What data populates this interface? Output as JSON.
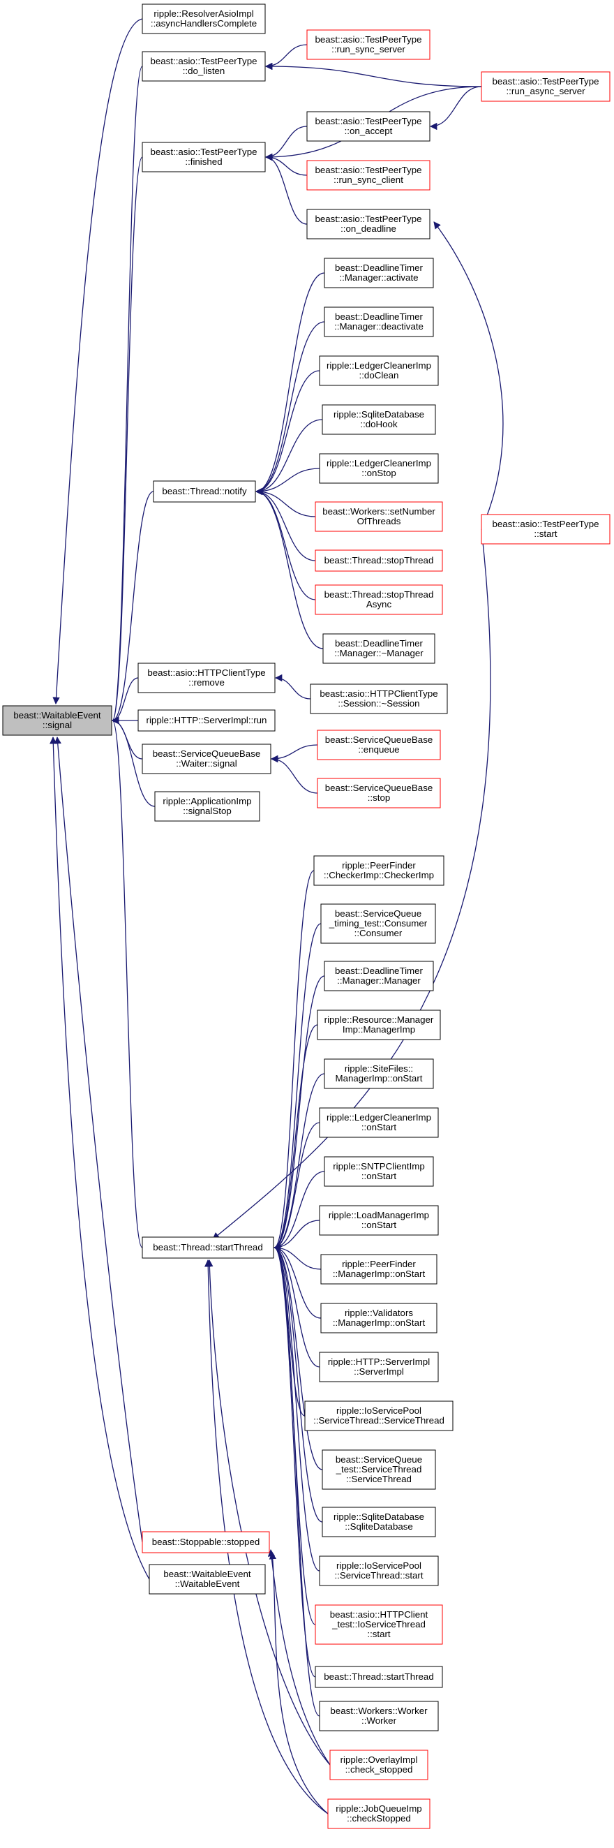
{
  "colors": {
    "edge": "#191970",
    "node_border_default": "#000000",
    "node_border_truncated": "#ff0000",
    "root_fill": "#bfbfbf",
    "node_fill": "#ffffff"
  },
  "nodes": [
    {
      "id": "waitable_signal",
      "lines": [
        "beast::WaitableEvent",
        "::signal"
      ],
      "variant": "root"
    },
    {
      "id": "resolver_async",
      "lines": [
        "ripple::ResolverAsioImpl",
        "::asyncHandlersComplete"
      ],
      "variant": "normal"
    },
    {
      "id": "tpt_do_listen",
      "lines": [
        "beast::asio::TestPeerType",
        "::do_listen"
      ],
      "variant": "normal"
    },
    {
      "id": "tpt_run_sync_server",
      "lines": [
        "beast::asio::TestPeerType",
        "::run_sync_server"
      ],
      "variant": "red"
    },
    {
      "id": "tpt_run_async_server",
      "lines": [
        "beast::asio::TestPeerType",
        "::run_async_server"
      ],
      "variant": "red"
    },
    {
      "id": "tpt_finished",
      "lines": [
        "beast::asio::TestPeerType",
        "::finished"
      ],
      "variant": "normal"
    },
    {
      "id": "tpt_on_accept",
      "lines": [
        "beast::asio::TestPeerType",
        "::on_accept"
      ],
      "variant": "normal"
    },
    {
      "id": "tpt_run_sync_client",
      "lines": [
        "beast::asio::TestPeerType",
        "::run_sync_client"
      ],
      "variant": "red"
    },
    {
      "id": "tpt_on_deadline",
      "lines": [
        "beast::asio::TestPeerType",
        "::on_deadline"
      ],
      "variant": "normal"
    },
    {
      "id": "dt_activate",
      "lines": [
        "beast::DeadlineTimer",
        "::Manager::activate"
      ],
      "variant": "normal"
    },
    {
      "id": "dt_deactivate",
      "lines": [
        "beast::DeadlineTimer",
        "::Manager::deactivate"
      ],
      "variant": "normal"
    },
    {
      "id": "lci_doclean",
      "lines": [
        "ripple::LedgerCleanerImp",
        "::doClean"
      ],
      "variant": "normal"
    },
    {
      "id": "sqlite_dohook",
      "lines": [
        "ripple::SqliteDatabase",
        "::doHook"
      ],
      "variant": "normal"
    },
    {
      "id": "lci_onstop",
      "lines": [
        "ripple::LedgerCleanerImp",
        "::onStop"
      ],
      "variant": "normal"
    },
    {
      "id": "thread_notify",
      "lines": [
        "beast::Thread::notify"
      ],
      "variant": "normal"
    },
    {
      "id": "workers_setnum",
      "lines": [
        "beast::Workers::setNumber",
        "OfThreads"
      ],
      "variant": "red"
    },
    {
      "id": "tpt_start",
      "lines": [
        "beast::asio::TestPeerType",
        "::start"
      ],
      "variant": "red"
    },
    {
      "id": "thread_stopthread",
      "lines": [
        "beast::Thread::stopThread"
      ],
      "variant": "red"
    },
    {
      "id": "thread_stopthreadasync",
      "lines": [
        "beast::Thread::stopThread",
        "Async"
      ],
      "variant": "red"
    },
    {
      "id": "dt_dtor",
      "lines": [
        "beast::DeadlineTimer",
        "::Manager::~Manager"
      ],
      "variant": "normal"
    },
    {
      "id": "httpclient_remove",
      "lines": [
        "beast::asio::HTTPClientType",
        "::remove"
      ],
      "variant": "normal"
    },
    {
      "id": "httpclient_session_dtor",
      "lines": [
        "beast::asio::HTTPClientType",
        "::Session::~Session"
      ],
      "variant": "normal"
    },
    {
      "id": "http_serverimpl_run",
      "lines": [
        "ripple::HTTP::ServerImpl::run"
      ],
      "variant": "normal"
    },
    {
      "id": "sqb_waiter_signal",
      "lines": [
        "beast::ServiceQueueBase",
        "::Waiter::signal"
      ],
      "variant": "normal"
    },
    {
      "id": "sqb_enqueue",
      "lines": [
        "beast::ServiceQueueBase",
        "::enqueue"
      ],
      "variant": "red"
    },
    {
      "id": "sqb_stop",
      "lines": [
        "beast::ServiceQueueBase",
        "::stop"
      ],
      "variant": "red"
    },
    {
      "id": "appimp_signalstop",
      "lines": [
        "ripple::ApplicationImp",
        "::signalStop"
      ],
      "variant": "normal"
    },
    {
      "id": "pf_checkerimp",
      "lines": [
        "ripple::PeerFinder",
        "::CheckerImp::CheckerImp"
      ],
      "variant": "normal"
    },
    {
      "id": "sq_timing_consumer",
      "lines": [
        "beast::ServiceQueue",
        "_timing_test::Consumer",
        "::Consumer"
      ],
      "variant": "normal"
    },
    {
      "id": "dt_manager_ctor",
      "lines": [
        "beast::DeadlineTimer",
        "::Manager::Manager"
      ],
      "variant": "normal"
    },
    {
      "id": "resource_managerimp",
      "lines": [
        "ripple::Resource::Manager",
        "Imp::ManagerImp"
      ],
      "variant": "normal"
    },
    {
      "id": "sitefiles_onstart",
      "lines": [
        "ripple::SiteFiles::",
        "ManagerImp::onStart"
      ],
      "variant": "normal"
    },
    {
      "id": "lci_onstart",
      "lines": [
        "ripple::LedgerCleanerImp",
        "::onStart"
      ],
      "variant": "normal"
    },
    {
      "id": "sntp_onstart",
      "lines": [
        "ripple::SNTPClientImp",
        "::onStart"
      ],
      "variant": "normal"
    },
    {
      "id": "loadmgr_onstart",
      "lines": [
        "ripple::LoadManagerImp",
        "::onStart"
      ],
      "variant": "normal"
    },
    {
      "id": "thread_startthread",
      "lines": [
        "beast::Thread::startThread"
      ],
      "variant": "normal"
    },
    {
      "id": "pf_mgr_onstart",
      "lines": [
        "ripple::PeerFinder",
        "::ManagerImp::onStart"
      ],
      "variant": "normal"
    },
    {
      "id": "validators_onstart",
      "lines": [
        "ripple::Validators",
        "::ManagerImp::onStart"
      ],
      "variant": "normal"
    },
    {
      "id": "http_serverimpl_ctor",
      "lines": [
        "ripple::HTTP::ServerImpl",
        "::ServerImpl"
      ],
      "variant": "normal"
    },
    {
      "id": "iosp_servicethread_ctor",
      "lines": [
        "ripple::IoServicePool",
        "::ServiceThread::ServiceThread"
      ],
      "variant": "normal"
    },
    {
      "id": "sq_test_servicethread",
      "lines": [
        "beast::ServiceQueue",
        "_test::ServiceThread",
        "::ServiceThread"
      ],
      "variant": "normal"
    },
    {
      "id": "sqlite_ctor",
      "lines": [
        "ripple::SqliteDatabase",
        "::SqliteDatabase"
      ],
      "variant": "normal"
    },
    {
      "id": "iosp_servicethread_start",
      "lines": [
        "ripple::IoServicePool",
        "::ServiceThread::start"
      ],
      "variant": "normal"
    },
    {
      "id": "stoppable_stopped",
      "lines": [
        "beast::Stoppable::stopped"
      ],
      "variant": "red"
    },
    {
      "id": "httpclient_test_start",
      "lines": [
        "beast::asio::HTTPClient",
        "_test::IoServiceThread",
        "::start"
      ],
      "variant": "red"
    },
    {
      "id": "waitable_ctor",
      "lines": [
        "beast::WaitableEvent",
        "::WaitableEvent"
      ],
      "variant": "normal"
    },
    {
      "id": "thread_startthread2",
      "lines": [
        "beast::Thread::startThread"
      ],
      "variant": "normal"
    },
    {
      "id": "workers_worker",
      "lines": [
        "beast::Workers::Worker",
        "::Worker"
      ],
      "variant": "normal"
    },
    {
      "id": "overlay_check_stopped",
      "lines": [
        "ripple::OverlayImpl",
        "::check_stopped"
      ],
      "variant": "red"
    },
    {
      "id": "jobqueue_checkstopped",
      "lines": [
        "ripple::JobQueueImp",
        "::checkStopped"
      ],
      "variant": "red"
    }
  ],
  "edges": [
    {
      "from": "resolver_async",
      "to": "waitable_signal"
    },
    {
      "from": "tpt_do_listen",
      "to": "waitable_signal"
    },
    {
      "from": "tpt_finished",
      "to": "waitable_signal"
    },
    {
      "from": "thread_notify",
      "to": "waitable_signal"
    },
    {
      "from": "httpclient_remove",
      "to": "waitable_signal"
    },
    {
      "from": "http_serverimpl_run",
      "to": "waitable_signal"
    },
    {
      "from": "sqb_waiter_signal",
      "to": "waitable_signal"
    },
    {
      "from": "appimp_signalstop",
      "to": "waitable_signal"
    },
    {
      "from": "thread_startthread",
      "to": "waitable_signal"
    },
    {
      "from": "stoppable_stopped",
      "to": "waitable_signal"
    },
    {
      "from": "waitable_ctor",
      "to": "waitable_signal"
    },
    {
      "from": "tpt_run_sync_server",
      "to": "tpt_do_listen"
    },
    {
      "from": "tpt_run_async_server",
      "to": "tpt_do_listen"
    },
    {
      "from": "tpt_run_async_server",
      "to": "tpt_finished"
    },
    {
      "from": "tpt_on_accept",
      "to": "tpt_finished"
    },
    {
      "from": "tpt_run_sync_client",
      "to": "tpt_finished"
    },
    {
      "from": "tpt_on_deadline",
      "to": "tpt_finished"
    },
    {
      "from": "tpt_run_async_server",
      "to": "tpt_on_accept"
    },
    {
      "from": "tpt_start",
      "to": "tpt_on_deadline"
    },
    {
      "from": "dt_activate",
      "to": "thread_notify"
    },
    {
      "from": "dt_deactivate",
      "to": "thread_notify"
    },
    {
      "from": "lci_doclean",
      "to": "thread_notify"
    },
    {
      "from": "sqlite_dohook",
      "to": "thread_notify"
    },
    {
      "from": "lci_onstop",
      "to": "thread_notify"
    },
    {
      "from": "workers_setnum",
      "to": "thread_notify"
    },
    {
      "from": "thread_stopthread",
      "to": "thread_notify"
    },
    {
      "from": "thread_stopthreadasync",
      "to": "thread_notify"
    },
    {
      "from": "dt_dtor",
      "to": "thread_notify"
    },
    {
      "from": "httpclient_session_dtor",
      "to": "httpclient_remove"
    },
    {
      "from": "sqb_enqueue",
      "to": "sqb_waiter_signal"
    },
    {
      "from": "sqb_stop",
      "to": "sqb_waiter_signal"
    },
    {
      "from": "pf_checkerimp",
      "to": "thread_startthread"
    },
    {
      "from": "sq_timing_consumer",
      "to": "thread_startthread"
    },
    {
      "from": "dt_manager_ctor",
      "to": "thread_startthread"
    },
    {
      "from": "resource_managerimp",
      "to": "thread_startthread"
    },
    {
      "from": "sitefiles_onstart",
      "to": "thread_startthread"
    },
    {
      "from": "lci_onstart",
      "to": "thread_startthread"
    },
    {
      "from": "sntp_onstart",
      "to": "thread_startthread"
    },
    {
      "from": "loadmgr_onstart",
      "to": "thread_startthread"
    },
    {
      "from": "pf_mgr_onstart",
      "to": "thread_startthread"
    },
    {
      "from": "validators_onstart",
      "to": "thread_startthread"
    },
    {
      "from": "http_serverimpl_ctor",
      "to": "thread_startthread"
    },
    {
      "from": "iosp_servicethread_ctor",
      "to": "thread_startthread"
    },
    {
      "from": "sq_test_servicethread",
      "to": "thread_startthread"
    },
    {
      "from": "sqlite_ctor",
      "to": "thread_startthread"
    },
    {
      "from": "iosp_servicethread_start",
      "to": "thread_startthread"
    },
    {
      "from": "httpclient_test_start",
      "to": "thread_startthread"
    },
    {
      "from": "thread_startthread2",
      "to": "thread_startthread"
    },
    {
      "from": "workers_worker",
      "to": "thread_startthread"
    },
    {
      "from": "tpt_start",
      "to": "thread_startthread"
    },
    {
      "from": "overlay_check_stopped",
      "to": "thread_startthread"
    },
    {
      "from": "jobqueue_checkstopped",
      "to": "thread_startthread"
    },
    {
      "from": "overlay_check_stopped",
      "to": "stoppable_stopped"
    },
    {
      "from": "jobqueue_checkstopped",
      "to": "stoppable_stopped"
    }
  ]
}
